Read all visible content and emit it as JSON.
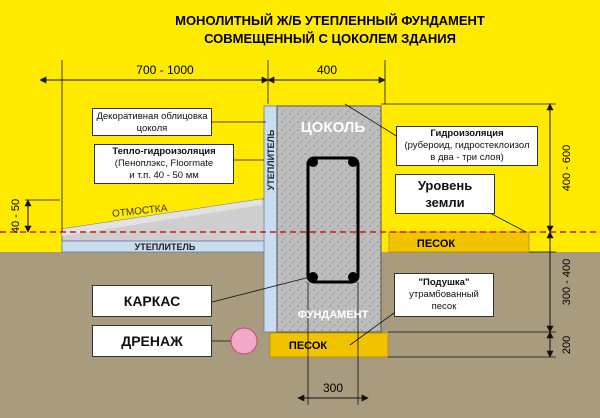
{
  "title": {
    "line1": "МОНОЛИТНЫЙ Ж/Б УТЕПЛЕННЫЙ ФУНДАМЕНТ",
    "line2": "СОВМЕЩЕННЫЙ С ЦОКОЛЕМ ЗДАНИЯ"
  },
  "dimensions": {
    "top_left": "700 - 1000",
    "top_right": "400",
    "left_vertical": "40 - 50",
    "right_upper": "400 - 600",
    "right_middle": "300 - 400",
    "right_lower": "200",
    "bottom": "300"
  },
  "labels": {
    "cladding": "Декоративная облицовка цоколя",
    "thermo_title": "Тепло-гидроизоляция",
    "thermo_body1": "(Пеноплэкс, Floormate",
    "thermo_body2": "и т.п. 40 - 50 мм",
    "waterproofing_title": "Гидроизоляция",
    "waterproofing_body1": "(рубероид, гидростеклоизол",
    "waterproofing_body2": "в два - три слоя)",
    "ground_level1": "Уровень",
    "ground_level2": "земли",
    "cushion_title": "\"Подушка\"",
    "cushion_body1": "утрамбованный",
    "cushion_body2": "песок",
    "frame": "КАРКАС",
    "drainage": "ДРЕНАЖ"
  },
  "parts": {
    "plinth": "ЦОКОЛЬ",
    "foundation": "ФУНДАМЕНТ",
    "insulation_vertical": "УТЕПЛИТЕЛЬ",
    "insulation_horizontal": "УТЕПЛИТЕЛЬ",
    "blind_area": "ОТМОСТКА",
    "sand_right": "ПЕСОК",
    "sand_bottom": "ПЕСОК"
  },
  "colors": {
    "background": "#ffea00",
    "soil": "#a89b7e",
    "concrete": "#b9b9b9",
    "insulation": "#c9dcf0",
    "sand": "#f2c400",
    "ground_level_line": "#d01818",
    "drainage_pipe": "#f2a8c8"
  }
}
